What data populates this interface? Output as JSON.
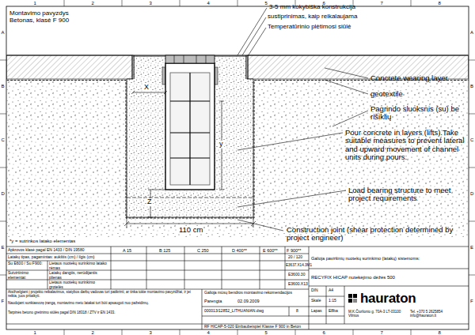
{
  "diagram": {
    "title": "Montavimo pavyzdys Betonas, klasė F 900",
    "labels": [
      "3-5 mm kokybiška konstrukcija",
      "sustiprinimas, kaip reikalaujama",
      "Temperatūrinio plėtimosi siūlė",
      "Concrete wearing layer",
      "geotextile",
      "Pagrindo sluoksnis (su) be rišiklių",
      "Pour concrete in layers (lifts).Take suitable measures to prevent lateral and upward movement of channel units during pours.",
      "Load bearing structure to meet project requirements",
      "Construction joint (shear protection determined by project engineer)",
      "110 cm",
      "X",
      "y",
      "Z",
      "*y = sutrinkos latako elementas",
      "1",
      "2",
      "3",
      "4",
      "5",
      "6",
      "7",
      "8",
      "1",
      "2",
      "3",
      "4",
      "5",
      "6",
      "7",
      "8",
      "A",
      "B",
      "C",
      "D",
      "E",
      "F",
      "A",
      "B",
      "C",
      "D",
      "E",
      "F",
      "Apkrovos klasė pagal EN 1433 / DIN 19580",
      "A 15",
      "B 125",
      "C 250",
      "D 400**",
      "E 600**",
      "F 900**",
      "Latakų tipas, pagamintas: aukštis (cm) / ilgis (cm)",
      "20 / 120",
      "Su E600 / Su F900:",
      "Lietaus nuotekų surinkimo latako rėmas",
      "E3637.X14.3M1",
      "Sutvirtinimo elementai:",
      "Latakų dangtis, nerūdijantis plienas",
      "E3600.30",
      "Lietaus nuotekų surinkimo grotelės",
      "E3600.X13",
      "Atsižvelgiant į projekto reikalavimus, statybos darbų vadovas turi patikrinti, ar tinka tokie montavimo pavyzdžiai, ir jei reikia, juos pritaikyti.",
      "Naudojant sunkiasvorę įrangą, montavimo metu latakai turi būti apsaugoti nuo pažeidimų.",
      "Tarpinės betono gretinimo siūlės pagal DIN 18318 / ZTV ir EN 1433.",
      "Parengta",
      "02.09.2009",
      "Galioja mūsų bendros montavimo rekomendacijos",
      "000013/12852_LITHUANIAN.dwg",
      "8",
      "RF HICAP-5-020 Einbaubeispiel Klasse F 900 in Beton",
      "Galioja paviršinių nuotekų surinkimo (latakų) sistemoms:",
      "RECYFIX HICAP nutekėjimo dėžės 500",
      "DIN",
      "A4",
      "Skalė",
      "1:15",
      "Lapas",
      "E8ba",
      "hauraton",
      "M.K.Čiurlionio g. 70A-3 LT-03100 Vilnius",
      "Tel. +370 5 2625854 info@hauraton.lt"
    ]
  }
}
